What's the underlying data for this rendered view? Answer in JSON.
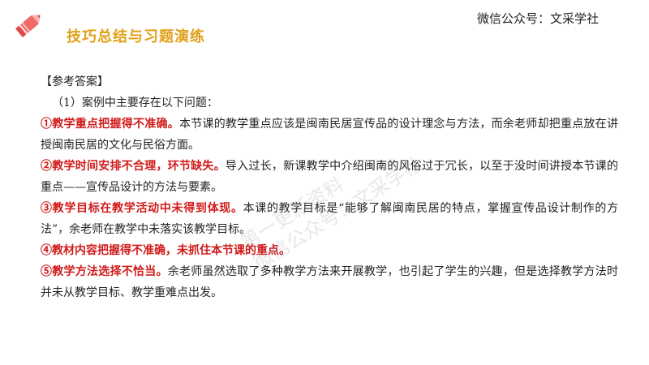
{
  "header": {
    "title": "技巧总结与习题演练",
    "account": "微信公众号：文采学社",
    "brand_color": "#e0a11a",
    "logo_icon": "pencil-icon"
  },
  "answer": {
    "label": "【参考答案】",
    "intro": "（1）案例中主要存在以下问题：",
    "items": [
      {
        "highlight": "①教学重点把握得不准确。",
        "text": "本节课的教学重点应该是闽南民居宣传品的设计理念与方法，而余老师却把重点放在讲授闽南民居的文化与民俗方面。"
      },
      {
        "highlight": "②教学时间安排不合理，环节缺失。",
        "text": "导入过长，新课教学中介绍闽南的风俗过于冗长，以至于没时间讲授本节课的重点——宣传品设计的方法与要素。"
      },
      {
        "highlight": "③教学目标在教学活动中未得到体现。",
        "text": "本课的教学目标是“能够了解闽南民居的特点，掌握宣传品设计制作的方法”，余老师在教学中未落实该教学目标。"
      },
      {
        "highlight": "④教材内容把握得不准确，未抓住本节课的重点。",
        "text": ""
      },
      {
        "highlight": "⑤教学方法选择不恰当。",
        "text": "余老师虽然选取了多种教学方法来开展教学，也引起了学生的兴趣，但是选择教学方法时并未从教学目标、教学重难点出发。"
      }
    ],
    "highlight_color": "#d11a1a"
  },
  "watermark": {
    "line1": "第一更新资料",
    "line2": "微信公众号：文采学社"
  }
}
